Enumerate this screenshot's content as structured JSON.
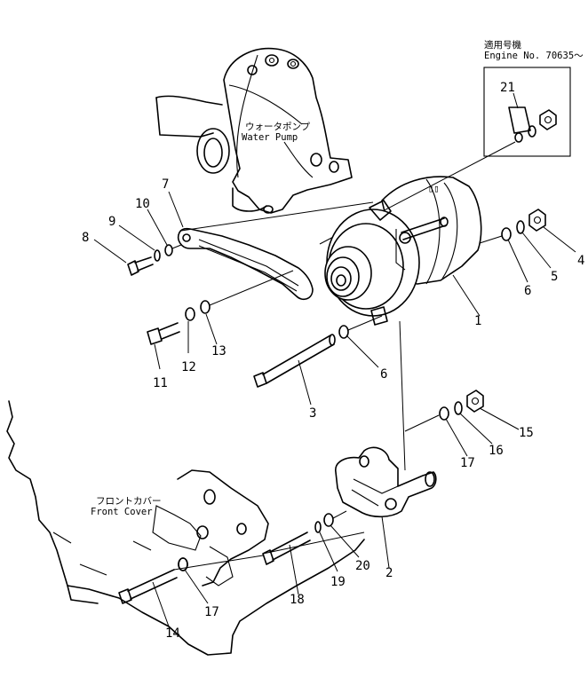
{
  "applicability": {
    "title_jp": "適用号機",
    "engine_label": "Engine No. 70635～"
  },
  "component_labels": {
    "water_pump_jp": "ウォータポンプ",
    "water_pump_en": "Water Pump",
    "front_cover_jp": "フロントカバー",
    "front_cover_en": "Front Cover"
  },
  "callouts": {
    "c1": "1",
    "c2": "2",
    "c3": "3",
    "c4": "4",
    "c5": "5",
    "c6a": "6",
    "c6b": "6",
    "c7": "7",
    "c8": "8",
    "c9": "9",
    "c10": "10",
    "c11": "11",
    "c12": "12",
    "c13": "13",
    "c14": "14",
    "c15": "15",
    "c16": "16",
    "c17a": "17",
    "c17b": "17",
    "c18": "18",
    "c19": "19",
    "c20": "20",
    "c21": "21"
  }
}
